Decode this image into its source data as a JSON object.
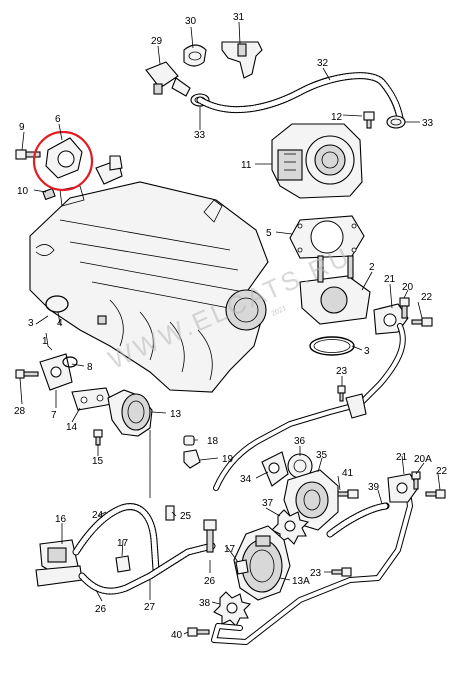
{
  "watermark": {
    "text": "WWW.ELCATS.RU",
    "year": "2021"
  },
  "highlight_color": "#e31b23",
  "callouts": {
    "c2": "2",
    "c3a": "3",
    "c3b": "3",
    "c4": "4",
    "c5": "5",
    "c6": "6",
    "c7": "7",
    "c8": "8",
    "c9": "9",
    "c10": "10",
    "c11": "11",
    "c12": "12",
    "c13": "13",
    "c13a": "13A",
    "c14": "14",
    "c15": "15",
    "c16": "16",
    "c17a": "17",
    "c17b": "17",
    "c18": "18",
    "c19": "19",
    "c20": "20",
    "c20a": "20A",
    "c21a": "21",
    "c21b": "21",
    "c22a": "22",
    "c22b": "22",
    "c23a": "23",
    "c23b": "23",
    "c24": "24",
    "c25": "25",
    "c26": "26",
    "c27": "27",
    "c28": "28",
    "c29": "29",
    "c30": "30",
    "c31": "31",
    "c32": "32",
    "c33a": "33",
    "c33b": "33",
    "c34": "34",
    "c35": "35",
    "c36": "36",
    "c37": "37",
    "c38": "38",
    "c39": "39",
    "c40": "40",
    "c41": "41",
    "c1": "1"
  }
}
